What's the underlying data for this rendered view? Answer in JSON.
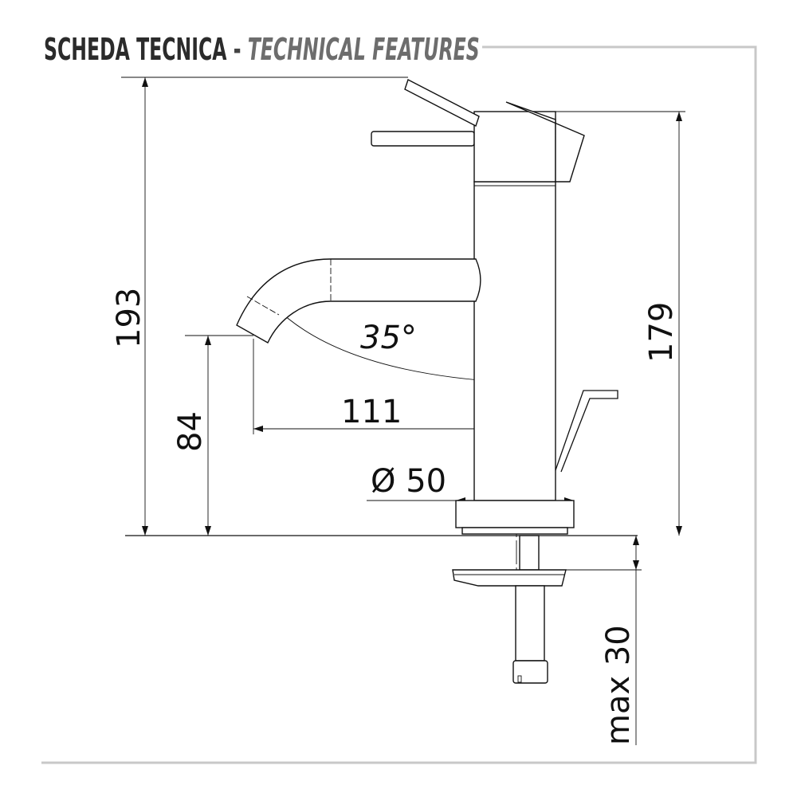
{
  "header": {
    "title_main": "SCHEDA TECNICA",
    "separator": "-",
    "title_sub": "TECHNICAL FEATURES"
  },
  "dimensions": {
    "overall_height": "193",
    "body_height": "179",
    "spout_height": "84",
    "spout_reach": "111",
    "spout_angle": "35°",
    "base_diameter": "Ø 50",
    "max_deck_thickness": "max 30"
  }
}
